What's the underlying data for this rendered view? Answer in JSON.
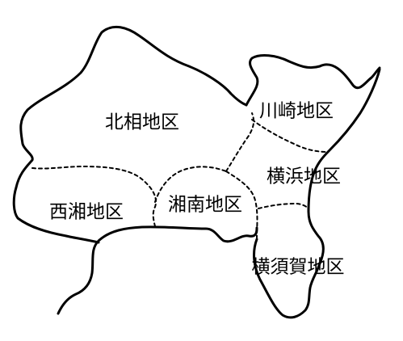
{
  "map": {
    "regions": [
      {
        "id": "hokuso",
        "label": "北相地区"
      },
      {
        "id": "kawasaki",
        "label": "川崎地区"
      },
      {
        "id": "yokohama",
        "label": "横浜地区"
      },
      {
        "id": "seisho",
        "label": "西湘地区"
      },
      {
        "id": "shonan",
        "label": "湘南地区"
      },
      {
        "id": "yokosuka",
        "label": "横須賀地区"
      }
    ],
    "colors": {
      "ink": "#000000",
      "background": "#ffffff"
    }
  }
}
